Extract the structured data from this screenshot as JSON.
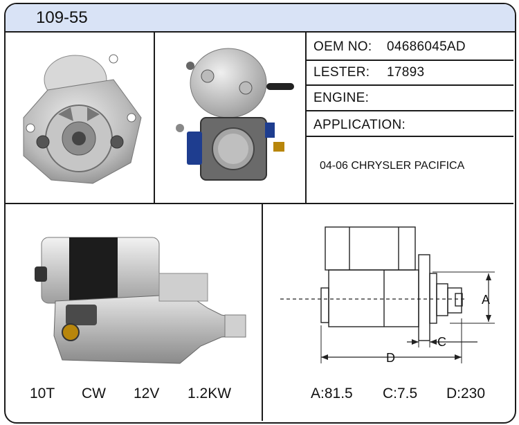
{
  "header": {
    "title": "109-55"
  },
  "info": {
    "oem_label": "OEM NO:",
    "oem_value": "04686045AD",
    "lester_label": "LESTER:",
    "lester_value": "17893",
    "engine_label": "ENGINE:",
    "engine_value": "",
    "application_label": "APPLICATION:",
    "application_value": "04-06 CHRYSLER PACIFICA"
  },
  "specs": {
    "teeth": "10T",
    "rotation": "CW",
    "voltage": "12V",
    "power": "1.2KW"
  },
  "dimensions": {
    "a": "A:81.5",
    "c": "C:7.5",
    "d": "D:230",
    "label_a": "A",
    "label_c": "C",
    "label_d": "D"
  }
}
